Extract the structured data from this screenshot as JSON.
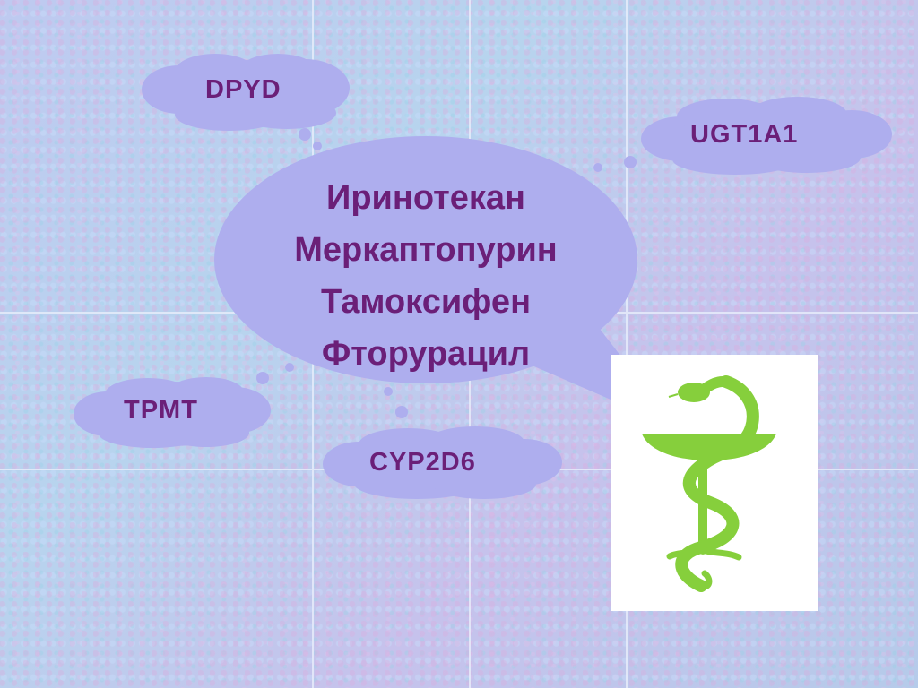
{
  "genes": {
    "dpyd": "DPYD",
    "ugt1a1": "UGT1A1",
    "tpmt": "TPMT",
    "cyp2d6": "CYP2D6"
  },
  "drugs": [
    "Иринотекан",
    "Меркаптопурин",
    "Тамоксифен",
    "Фторурацил"
  ],
  "colors": {
    "bubble_fill": "#aeaeee",
    "text": "#6b1f78",
    "emblem_green": "#86cf3c",
    "background": "#b9c6ec"
  },
  "icons": {
    "emblem": "bowl-of-hygieia-icon"
  }
}
